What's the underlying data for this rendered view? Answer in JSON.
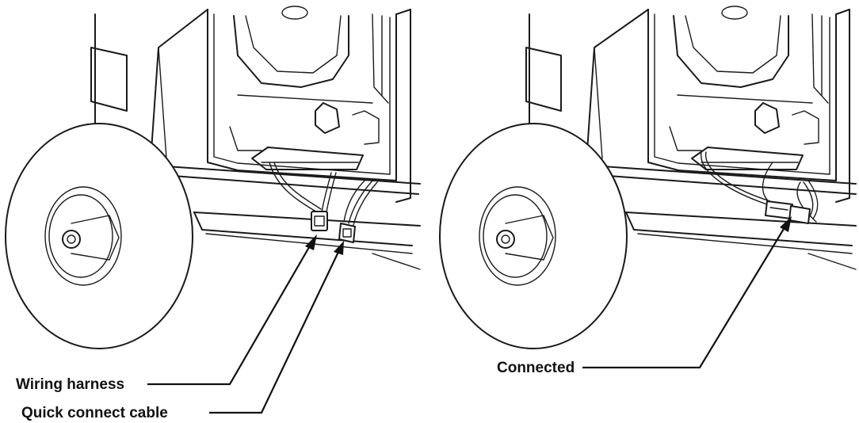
{
  "panels": [
    {
      "id": "before",
      "callouts": [
        {
          "id": "wiring-harness",
          "label": "Wiring harness"
        },
        {
          "id": "quick-connect-cable",
          "label": "Quick connect cable"
        }
      ]
    },
    {
      "id": "after",
      "callouts": [
        {
          "id": "connected",
          "label": "Connected"
        }
      ]
    }
  ]
}
